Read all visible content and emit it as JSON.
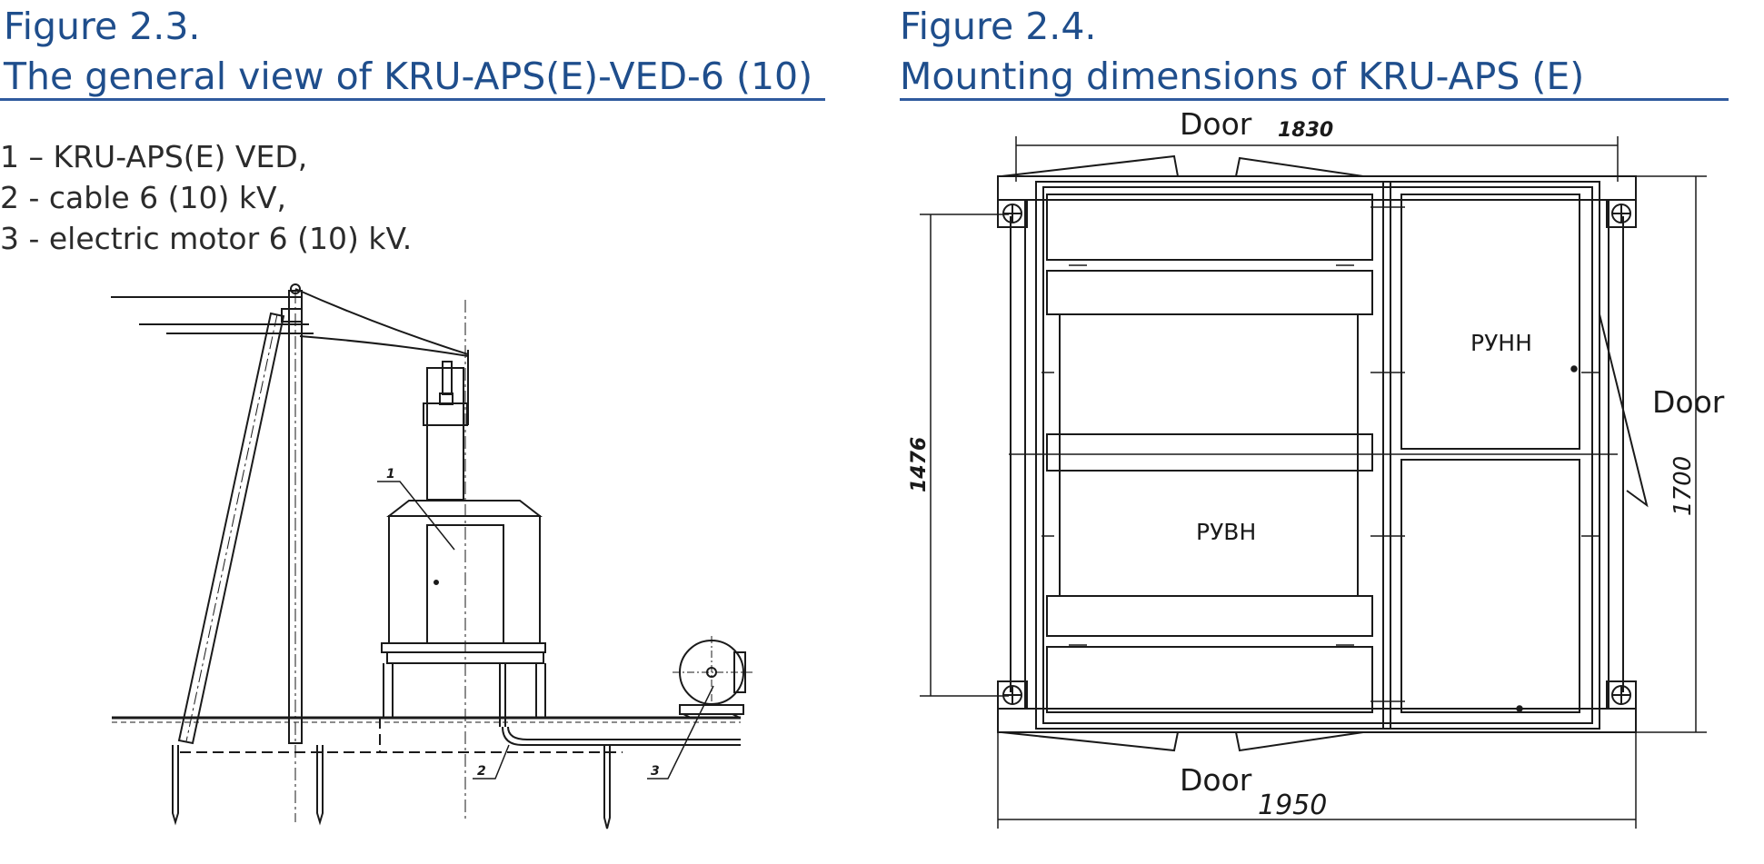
{
  "figure_left": {
    "number": "Figure 2.3.",
    "title": "The general view of KRU-APS(E)-VED-6 (10)",
    "legend": [
      "1 –  KRU-APS(E) VED,",
      "2 - cable 6 (10) kV,",
      "3 - electric motor 6 (10) kV."
    ],
    "callouts": [
      "1",
      "2",
      "3"
    ]
  },
  "figure_right": {
    "number": "Figure 2.4.",
    "title": "Mounting dimensions of KRU-APS (E)",
    "labels": {
      "door_top": "Door",
      "door_right": "Door",
      "door_bottom": "Door",
      "section_low_voltage": "РУНН",
      "section_high_voltage": "РУВН"
    },
    "dimensions": {
      "top_width": "1830",
      "left_height": "1476",
      "right_height": "1700",
      "bottom_width": "1950"
    }
  },
  "colors": {
    "title": "#1f4e8c",
    "rule": "#2f5a9e",
    "line": "#1a1a1a"
  }
}
